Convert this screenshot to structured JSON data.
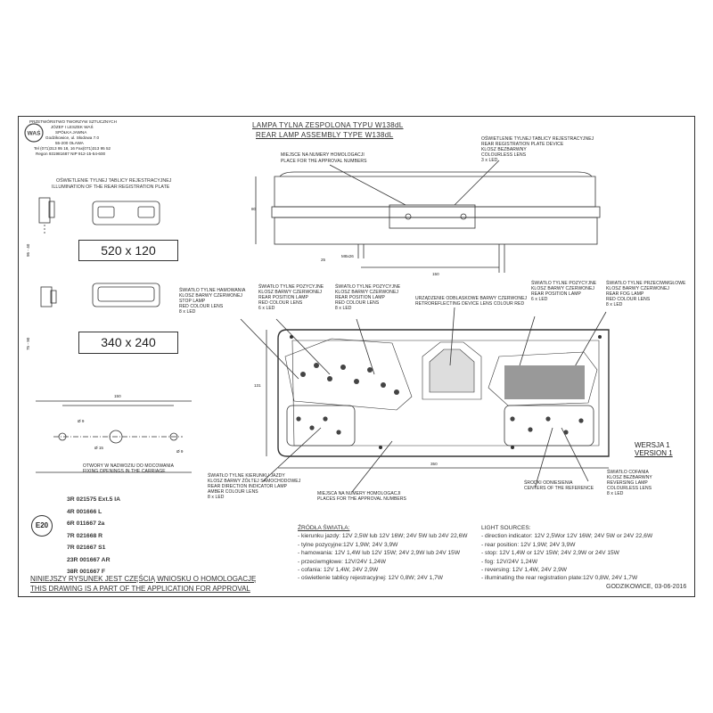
{
  "company": {
    "name_lines": [
      "PRZETWÓRSTWO TWORZYW SZTUCZNYCH",
      "JÓZEF I LESZEK WAŚ",
      "SPÓŁKA JAWNA",
      "Godzikowice, ul. Słodowa 7.0",
      "55-200  OŁAWA",
      "Tel (071)313 95 18, 16 Fax(071)313 95 52",
      "Regon 931981687 NIP 912-15-54-600"
    ],
    "logo_text": "WAŚ"
  },
  "title": {
    "pl": "LAMPA TYLNA ZESPOLONA TYPU W138dL",
    "en": "REAR LAMP ASSEMBLY TYPE W138dL"
  },
  "plate_illumination": {
    "pl": "OŚWIETLENIE TYLNEJ TABLICY REJESTRACYJNEJ",
    "en": "ILLUMINATION OF THE REAR REGISTRATION PLATE",
    "size1": "520 x 120",
    "size2": "340 x 240",
    "dim_95_40": "95 - 40",
    "dim_75_90": "75 - 90"
  },
  "top_callouts": {
    "plate_device": [
      "OŚWIETLENIE TYLNEJ TABLICY REJESTRACYJNEJ",
      "REAR REGISTRATION PLATE DEVICE",
      "KLOSZ BEZBARWNY",
      "COLOURLESS LENS",
      "3 x LED"
    ],
    "approval_top": [
      "MIEJSCE NA NUMERY HOMOLOGACJI",
      "PLACE FOR THE APPROVAL NUMBERS"
    ],
    "dim_80": "80",
    "dim_25": "25",
    "dim_150": "150",
    "bolt": "M8x26"
  },
  "lamp_callouts": {
    "stop": [
      "ŚWIATŁO TYLNE HAMOWANIA",
      "KLOSZ BARWY CZERWONEJ",
      "STOP LAMP",
      "RED COLOUR LENS",
      "8 x LED"
    ],
    "position_1": [
      "ŚWIATŁO TYLNE POZYCYJNE",
      "KLOSZ BARWY CZERWONEJ",
      "REAR POSITION LAMP",
      "RED COLOUR LENS",
      "6 x LED"
    ],
    "position_2": [
      "ŚWIATŁO TYLNE POZYCYJNE",
      "KLOSZ BARWY CZERWONEJ",
      "REAR POSITION LAMP",
      "RED COLOUR LENS",
      "8 x LED"
    ],
    "reflector": [
      "URZĄDZENIE ODBLASKOWE BARWY CZERWONEJ",
      "RETROREFLECTING DEVICE LENS COLOUR RED"
    ],
    "position_3": [
      "ŚWIATŁO TYLNE POZYCYJNE",
      "KLOSZ BARWY CZERWONEJ",
      "REAR POSITION LAMP",
      "6 x LED"
    ],
    "fog": [
      "ŚWIATŁO TYLNE PRZECIWMGŁOWE",
      "KLOSZ BARWY CZERWONEJ",
      "REAR FOG LAMP",
      "RED COLOUR LENS",
      "8 x LED"
    ],
    "indicator": [
      "ŚWIATŁO TYLNE KIERUNKU JAZDY",
      "KLOSZ BARWY ŻÓŁTEJ SAMOCHODOWEJ",
      "REAR DIRECTION INDICATOR LAMP",
      "AMBER COLOUR LENS",
      "8 x LED"
    ],
    "approval_bottom": [
      "MIEJSCA NA NUMERY HOMOLOGACJI",
      "PLACES FOR THE APPROVAL NUMBERS"
    ],
    "reference": [
      "ŚRODKI ODNIESIENIA",
      "CENTERS OF THE REFERENCE"
    ],
    "reversing": [
      "ŚWIATŁO COFANIA",
      "KLOSZ BEZBARWNY",
      "REVERSING LAMP",
      "COLOURLESS LENS",
      "8 x LED"
    ],
    "dim_131": "131",
    "dim_350": "350",
    "version_pl": "WERSJA 1",
    "version_en": "VERSION 1"
  },
  "mounting": {
    "dim_150": "150",
    "hole_9a": "Ø 9",
    "hole_15": "Ø 15",
    "hole_9b": "Ø 9",
    "caption_pl": "OTWORY W NADWOZIU DO MOCOWANIA",
    "caption_en": "FIXING OPENINGS IN THE CARRIAGE"
  },
  "homologation": {
    "numbers": [
      "3R 021575 Ext.5 IA",
      "4R 001666 L",
      "6R 011667 2a",
      "7R 021668 R",
      "7R 021667 S1",
      "23R 001667 AR",
      "38R 001667 F"
    ],
    "mark": "E20"
  },
  "statement": {
    "pl": "NINIEJSZY RYSUNEK JEST CZĘŚCIĄ  WNIOSKU O  HOMOLOGACJĘ",
    "en": "THIS DRAWING IS A PART OF THE APPLICATION FOR  APPROVAL"
  },
  "light_sources_pl": {
    "heading": "ŹRÓDŁA ŚWIATŁA:",
    "items": [
      "- kierunku jazdy: 12V 2,5W lub 12V 16W; 24V 5W lub 24V 22,6W",
      "- tylne pozycyjne:12V 1,9W;   24V 3,9W",
      "- hamowania: 12V 1,4W lub 12V 15W; 24V 2,9W lub 24V 15W",
      "- przeciwmgłowe: 12V/24V 1,24W",
      "- cofania:  12V 1,4W, 24V 2,9W",
      "- oświetlenie tablicy rejestracyjnej: 12V 0,8W;  24V 1,7W"
    ]
  },
  "light_sources_en": {
    "heading": "LIGHT SOURCES:",
    "items": [
      "- direction indicator: 12V 2,5Wor 12V 16W; 24V 5W or 24V 22,6W",
      "- rear position: 12V 1,9W;   24V 3,9W",
      "- stop: 12V 1,4W or 12V 15W; 24V 2,9W or 24V 15W",
      "- fog: 12V/24V 1,24W",
      "- reversing: 12V 1,4W, 24V 2,9W",
      "- illuminating the rear registration plate:12V 0,8W,  24V 1,7W"
    ]
  },
  "footer": {
    "place_date": "GODZIKOWICE,  03-06-2016"
  }
}
